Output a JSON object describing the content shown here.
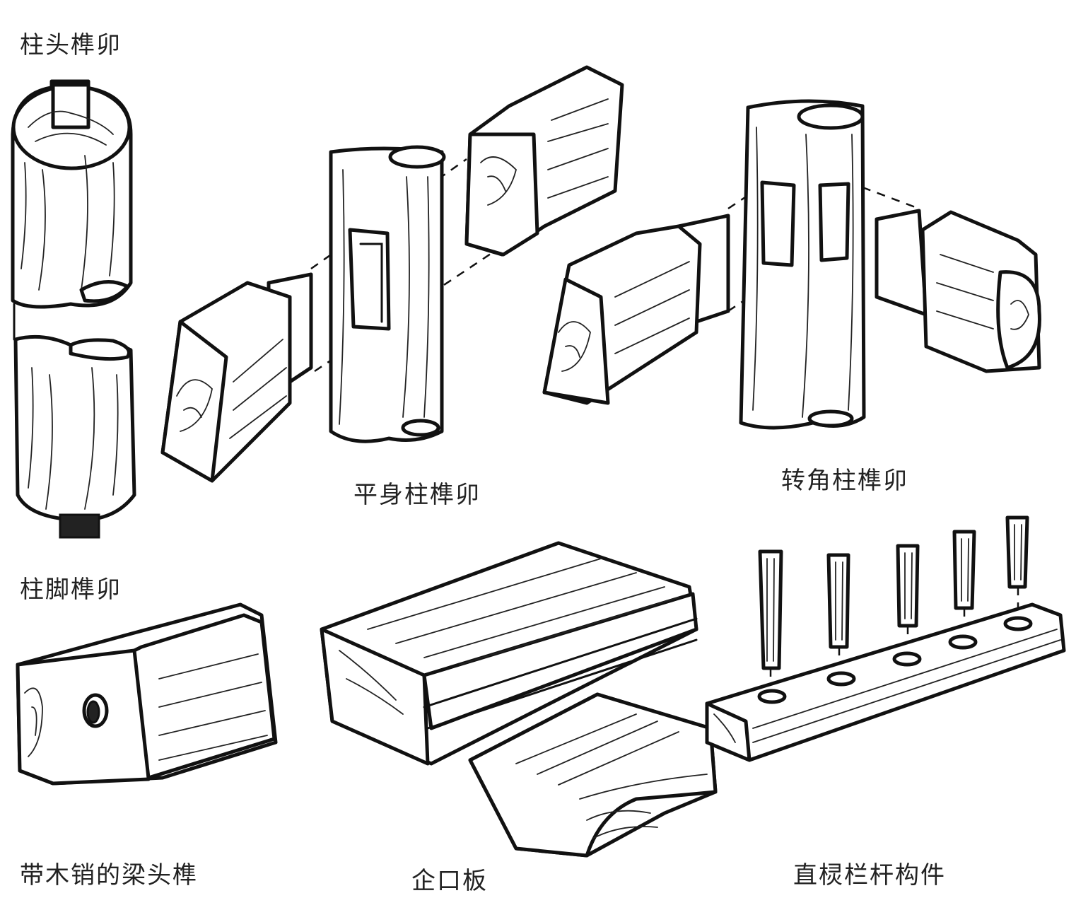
{
  "labels": {
    "column_top_joint": "柱头榫卯",
    "column_foot_joint": "柱脚榫卯",
    "flat_column_joint": "平身柱榫卯",
    "corner_column_joint": "转角柱榫卯",
    "beam_head_with_pin": "带木销的梁头榫",
    "tongue_groove_board": "企口板",
    "straight_baluster_member": "直棂栏杆构件"
  },
  "colors": {
    "ink": "#111111",
    "paper": "#ffffff"
  }
}
